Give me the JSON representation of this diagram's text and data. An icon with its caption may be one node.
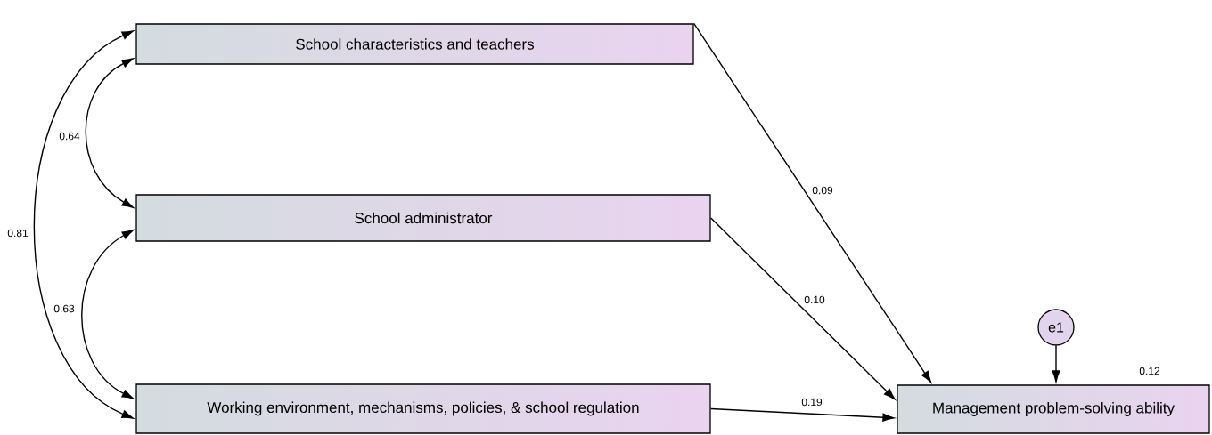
{
  "diagram": {
    "nodes": [
      {
        "text": [
          "School characteristics and teachers"
        ]
      },
      {
        "text": [
          "School administrator"
        ]
      },
      {
        "text": [
          "Working environment, mechanisms, policies, & school regulation"
        ]
      },
      {
        "text": [
          "e1"
        ]
      },
      {
        "text": [
          "Management problem-solving ability"
        ],
        "beside": [
          "0.12"
        ]
      }
    ],
    "edges": [
      {
        "from": 0,
        "to": 4,
        "arrow": "to",
        "label": "0.09"
      },
      {
        "from": 1,
        "to": 4,
        "arrow": "to",
        "label": "0.10"
      },
      {
        "from": 2,
        "to": 4,
        "arrow": "to",
        "label": "0.19"
      },
      {
        "from": 3,
        "to": 4,
        "arrow": "to"
      },
      {
        "from": 0,
        "to": 1,
        "arrow": "both",
        "label": "0.64"
      },
      {
        "from": 1,
        "to": 2,
        "arrow": "both",
        "label": "0.63"
      },
      {
        "from": 0,
        "to": 2,
        "arrow": "both",
        "label": "0.81"
      }
    ]
  }
}
